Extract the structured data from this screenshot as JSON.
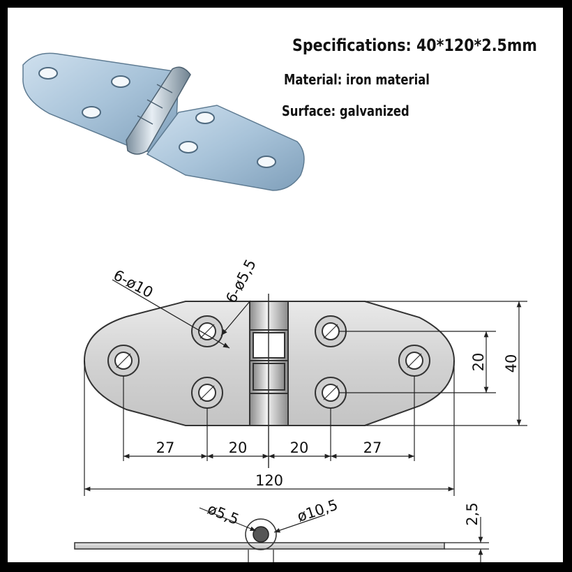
{
  "specs": {
    "size": "Specifications: 40*120*2.5mm",
    "material": "Material: iron material",
    "surface": "Surface: galvanized"
  },
  "drawing": {
    "callout_countersink": "6-ø10",
    "callout_hole": "6-ø5,5",
    "dim_hole_spacing": "20",
    "dim_width": "40",
    "dim_left_offset": "27",
    "dim_left_inner": "20",
    "dim_right_inner": "20",
    "dim_right_offset": "27",
    "dim_length": "120",
    "side_pin": "ø5,5",
    "side_knuckle": "ø10,5",
    "dim_thickness": "2,5"
  },
  "colors": {
    "background": "#ffffff",
    "border": "#000000",
    "line": "#222222",
    "plate": "#d9d9d9",
    "photo_metal": "#a9c4da"
  }
}
